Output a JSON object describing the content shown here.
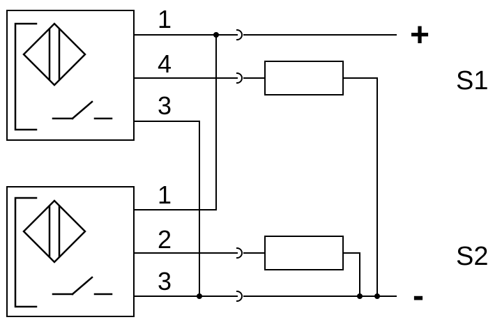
{
  "sensors": [
    {
      "label": "S1",
      "terminals": [
        "1",
        "4",
        "3"
      ]
    },
    {
      "label": "S2",
      "terminals": [
        "1",
        "2",
        "3"
      ]
    }
  ],
  "supply": {
    "positive": "+",
    "negative": "-"
  },
  "colors": {
    "line": "#000000",
    "background": "#ffffff"
  },
  "symbols": [
    "proximity-sensor-icon",
    "switch-contact-icon",
    "connector-icon",
    "load-resistor"
  ]
}
